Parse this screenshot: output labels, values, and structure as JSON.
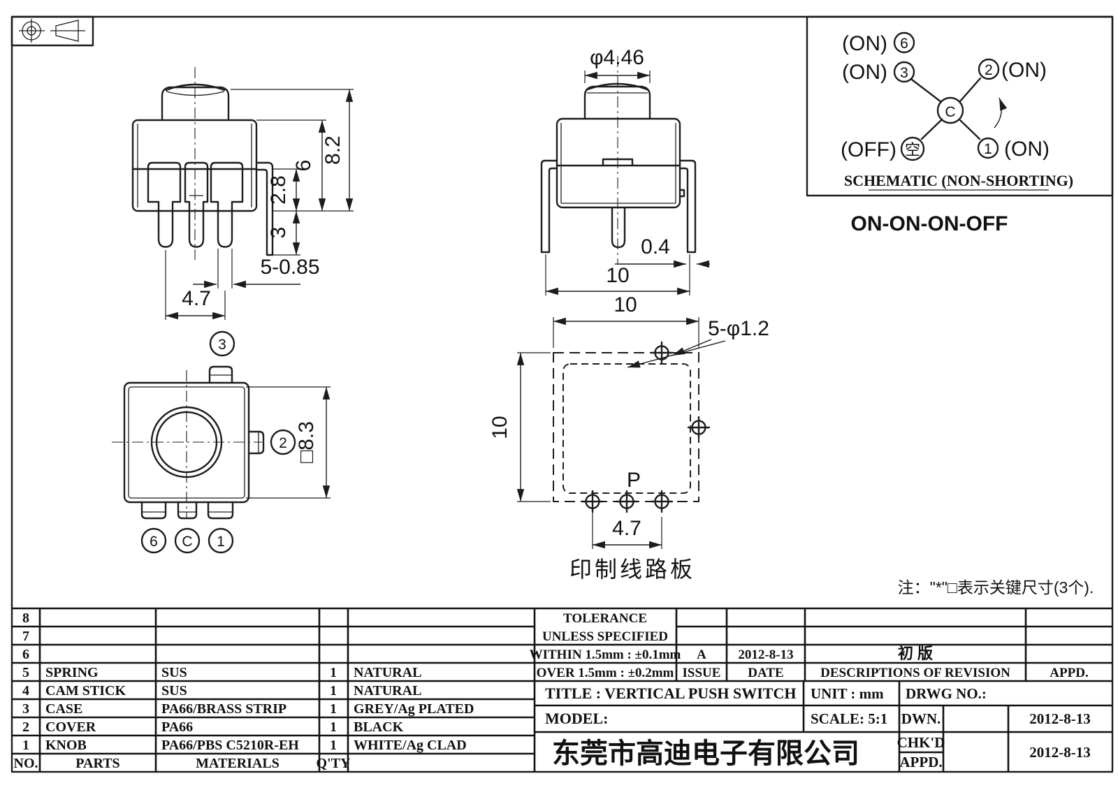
{
  "views": {
    "front": {
      "dim_total_height": "8.2",
      "dim_body_height": "6",
      "dim_upper": "2.8",
      "dim_lower": "3",
      "dim_pin_thickness": "5-0.85",
      "dim_pin_pitch": "4.7"
    },
    "side": {
      "dim_knob_dia": "φ4.46",
      "dim_leg_thickness": "0.4",
      "dim_width": "10"
    },
    "bottom": {
      "pin_top": "3",
      "pin_right": "2",
      "pin_bottom_left": "6",
      "pin_bottom_center": "C",
      "pin_bottom_right": "1",
      "dim_square": "□8.3"
    },
    "pcb": {
      "dim_width": "10",
      "dim_height": "10",
      "dim_holes": "5-φ1.2",
      "dim_pitch": "4.7",
      "point_label": "P",
      "caption": "印制线路板"
    }
  },
  "schematic": {
    "pin6_state": "(ON)",
    "pin6": "6",
    "pin3_state": "(ON)",
    "pin3": "3",
    "pin2": "2",
    "pin2_state": "(ON)",
    "common": "C",
    "off_state": "(OFF)",
    "off_pin": "空",
    "pin1": "1",
    "pin1_state": "(ON)",
    "caption": "SCHEMATIC (NON-SHORTING)",
    "function": "ON-ON-ON-OFF"
  },
  "note": "注：\"*\"□表示关键尺寸(3个).",
  "parts_table": {
    "headers": {
      "no": "NO.",
      "parts": "PARTS",
      "materials": "MATERIALS",
      "qty": "Q'TY",
      "finish": ""
    },
    "rows": [
      {
        "no": "8",
        "parts": "",
        "materials": "",
        "qty": "",
        "finish": ""
      },
      {
        "no": "7",
        "parts": "",
        "materials": "",
        "qty": "",
        "finish": ""
      },
      {
        "no": "6",
        "parts": "",
        "materials": "",
        "qty": "",
        "finish": ""
      },
      {
        "no": "5",
        "parts": "SPRING",
        "materials": "SUS",
        "qty": "1",
        "finish": "NATURAL"
      },
      {
        "no": "4",
        "parts": "CAM STICK",
        "materials": "SUS",
        "qty": "1",
        "finish": "NATURAL"
      },
      {
        "no": "3",
        "parts": "CASE",
        "materials": "PA66/BRASS STRIP",
        "qty": "1",
        "finish": "GREY/Ag PLATED"
      },
      {
        "no": "2",
        "parts": "COVER",
        "materials": "PA66",
        "qty": "1",
        "finish": "BLACK"
      },
      {
        "no": "1",
        "parts": "KNOB",
        "materials": "PA66/PBS C5210R-EH",
        "qty": "1",
        "finish": "WHITE/Ag CLAD"
      }
    ]
  },
  "title_block": {
    "tolerance_line1": "TOLERANCE",
    "tolerance_line2": "UNLESS  SPECIFIED",
    "within": "WITHIN 1.5mm : ±0.1mm",
    "over": "OVER 1.5mm : ±0.2mm",
    "issue_value": "A",
    "issue_date": "2012-8-13",
    "revision_value": "初  版",
    "issue_label": "ISSUE",
    "date_label": "DATE",
    "revision_label": "DESCRIPTIONS  OF  REVISION",
    "appd_label": "APPD.",
    "title": "TITLE :   VERTICAL  PUSH  SWITCH",
    "unit": "UNIT :   mm",
    "drwg": "DRWG  NO.:",
    "model": "MODEL:",
    "scale": "SCALE:   5:1",
    "dwn_label": "DWN.",
    "dwn_date": "2012-8-13",
    "chkd_label": "CHK'D",
    "appd2_label": "APPD.",
    "chkd_date": "2012-8-13",
    "company": "东莞市高迪电子有限公司"
  }
}
